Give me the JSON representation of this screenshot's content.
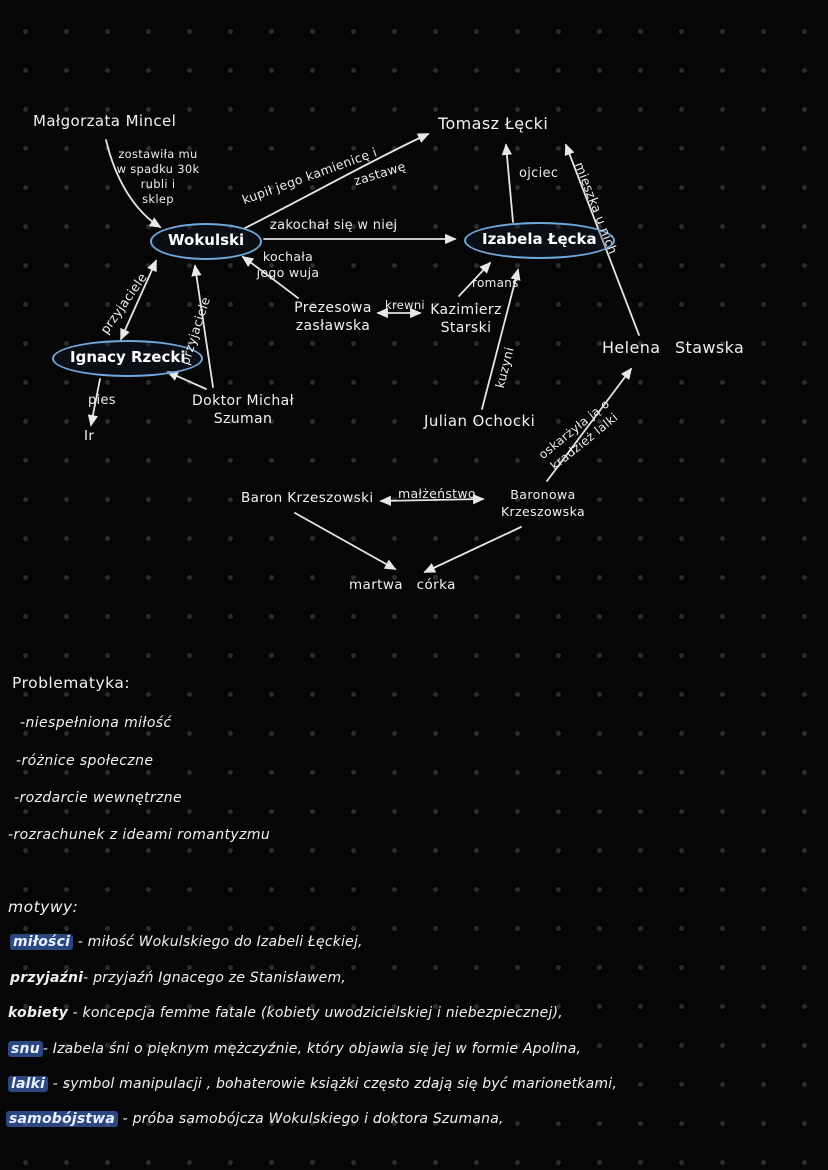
{
  "colors": {
    "background": "#060606",
    "dot": "#2e2e2e",
    "ink": "#f1f1f1",
    "accent": "#6fa8dc",
    "highlight": "#4d7be4"
  },
  "nodes": {
    "malgorzata_mincel": "Małgorzata Mincel",
    "tomasz_lecki": "Tomasz Łęcki",
    "wokulski": "Wokulski",
    "izabela_lecka": "Izabela Łęcka",
    "ignacy_rzecki": "Ignacy Rzecki",
    "doktor_szuman": "Doktor Michał\nSzuman",
    "prezesowa_zaslawska": "Prezesowa\nzasławska",
    "kazimierz_starski": "Kazimierz\nStarski",
    "julian_ochocki": "Julian Ochocki",
    "helena_stawska": "Helena Stawska",
    "baron_krzeszowski": "Baron Krzeszowski",
    "baronowa_krzeszowska": "Baronowa\nKrzeszowska",
    "martwa_corka": "martwa córka",
    "ir": "Ir"
  },
  "edges": {
    "spadek": "zostawiła mu\nw spadku 30k\nrubli i\nsklep",
    "kupil_1": "kupił jego kamienicę i",
    "kupil_2": "zastawę",
    "zakochal": "zakochał się w niej",
    "kochala": "kochała\njego wuja",
    "ojciec": "ojciec",
    "mieszka": "mieszka u nich",
    "romans": "romans",
    "krewni": "krewni",
    "kuzyni": "kuzyni",
    "przyjaciele_1": "przyjaciele",
    "przyjaciele_2": "przyjaciele",
    "pies": "pies",
    "oskarzyla": "oskarżyła ją o\nkradzież lalki",
    "malzenstwo": "małżeństwo"
  },
  "problematyka": {
    "heading": "Problematyka:",
    "items": [
      "-niespełniona miłość",
      "-różnice społeczne",
      "-rozdarcie wewnętrzne",
      "-rozrachunek z ideami romantyzmu"
    ]
  },
  "motywy": {
    "heading": "motywy:",
    "items": [
      {
        "term": "miłości",
        "rest": " - miłość Wokulskiego do Izabeli Łęckiej,"
      },
      {
        "term": "przyjaźni",
        "rest": "- przyjaźń Ignacego ze Stanisławem,"
      },
      {
        "term": "kobiety",
        "rest": " - koncepcja femme fatale (kobiety uwodzicielskiej i niebezpiecznej),"
      },
      {
        "term": "snu",
        "rest": "- Izabela śni o pięknym mężczyźnie, który objawia się jej w formie Apolina,"
      },
      {
        "term": "lalki",
        "rest": " - symbol manipulacji , bohaterowie książki często zdają się być marionetkami,"
      },
      {
        "term": "samobójstwa",
        "rest": " - próba samobójcza Wokulskiego i doktora Szumana,"
      }
    ]
  }
}
